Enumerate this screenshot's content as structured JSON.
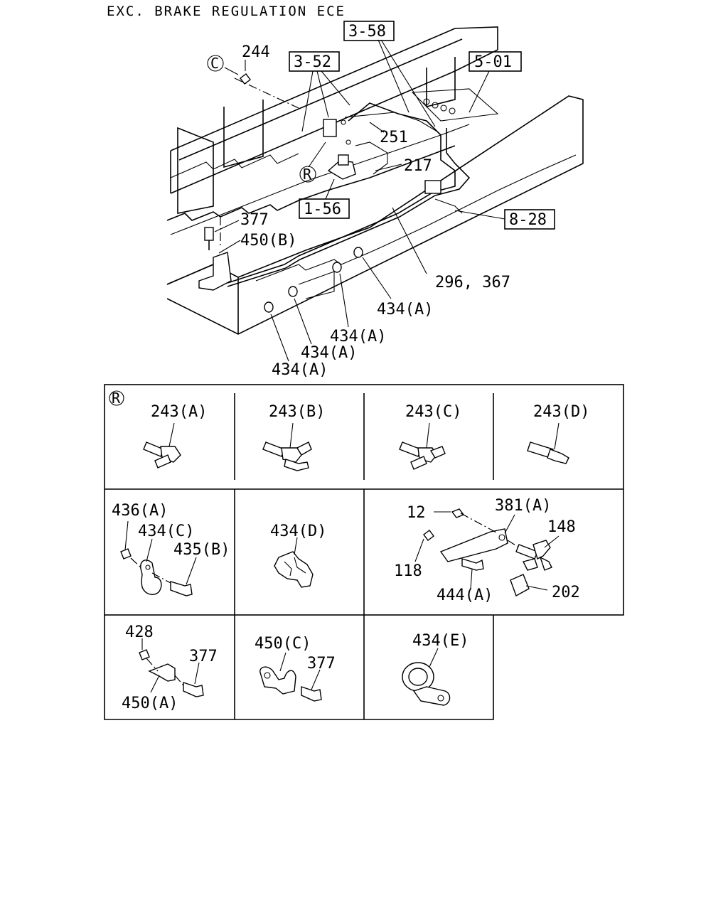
{
  "header": {
    "title": "EXC. BRAKE REGULATION ECE"
  },
  "callouts": {
    "c_circle": "C",
    "r_circle": "R",
    "p244": "244",
    "p251": "251",
    "p217": "217",
    "p377": "377",
    "p450b": "450(B)",
    "p296": "296, 367",
    "p434a_1": "434(A)",
    "p434a_2": "434(A)",
    "p434a_3": "434(A)",
    "p434a_4": "434(A)"
  },
  "ref_boxes": {
    "r358": "3-58",
    "r352": "3-52",
    "r501": "5-01",
    "r156": "1-56",
    "r828": "8-28"
  },
  "detail_table": {
    "marker": "R",
    "cells": {
      "c243a": "243(A)",
      "c243b": "243(B)",
      "c243c": "243(C)",
      "c243d": "243(D)",
      "c436a": "436(A)",
      "c434c": "434(C)",
      "c435b": "435(B)",
      "c434d": "434(D)",
      "c12": "12",
      "c381a": "381(A)",
      "c148": "148",
      "c118": "118",
      "c444a": "444(A)",
      "c202": "202",
      "c428": "428",
      "c377a": "377",
      "c450a": "450(A)",
      "c450c": "450(C)",
      "c377b": "377",
      "c434e": "434(E)"
    }
  }
}
